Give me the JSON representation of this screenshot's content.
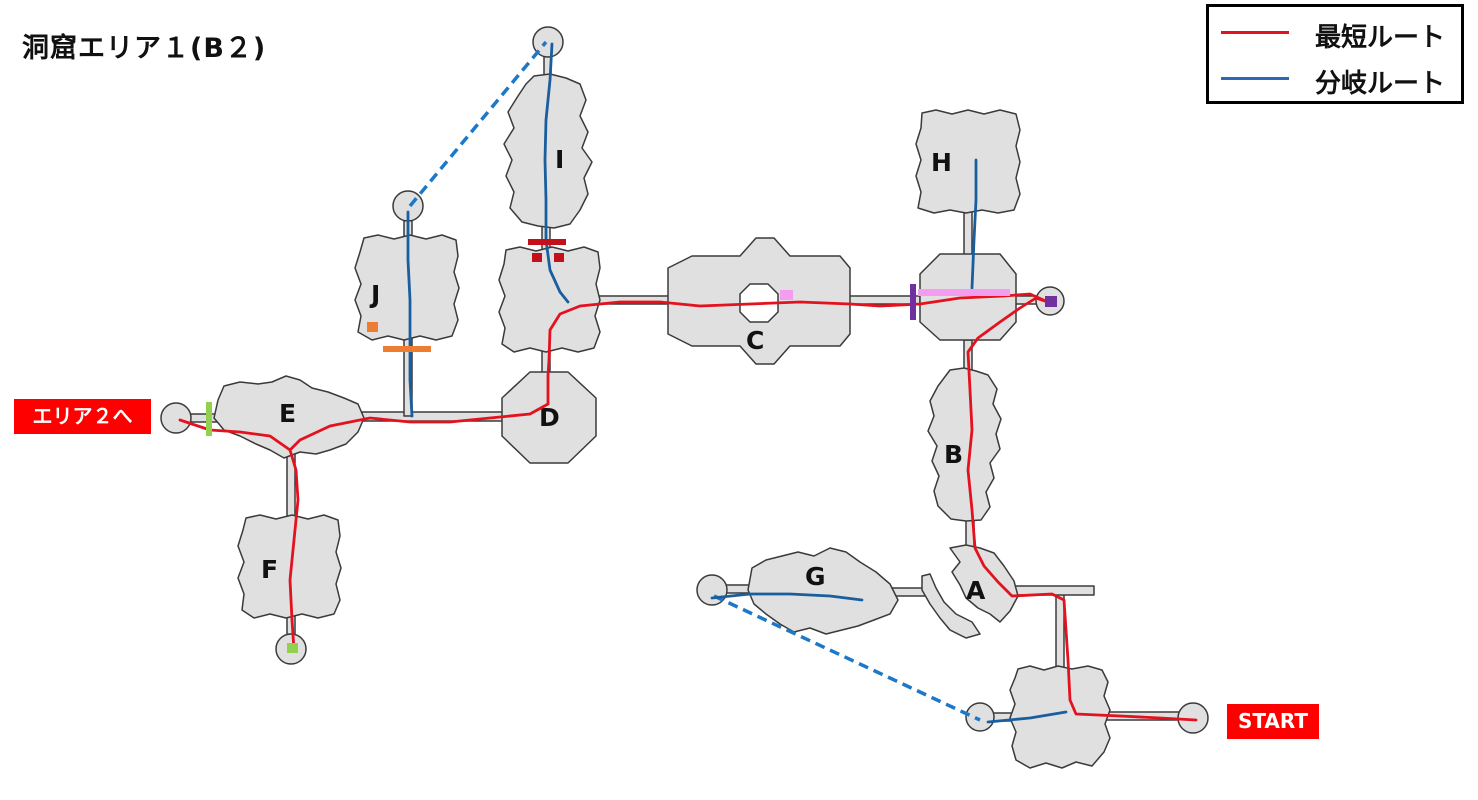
{
  "title": "洞窟エリア１(B２)",
  "legend": {
    "items": [
      {
        "label": "最短ルート",
        "color": "#e3121e"
      },
      {
        "label": "分岐ルート",
        "color": "#2e66b8"
      }
    ]
  },
  "tags": {
    "exit": "エリア２へ",
    "start": "START"
  },
  "rooms": [
    "A",
    "B",
    "C",
    "D",
    "E",
    "F",
    "G",
    "H",
    "I",
    "J"
  ],
  "colors": {
    "room_fill": "#e0e0e0",
    "room_stroke": "#3a3a3a",
    "shortest": "#e3121e",
    "branch": "#1a5e9e",
    "tag_bg": "#ff0000"
  }
}
